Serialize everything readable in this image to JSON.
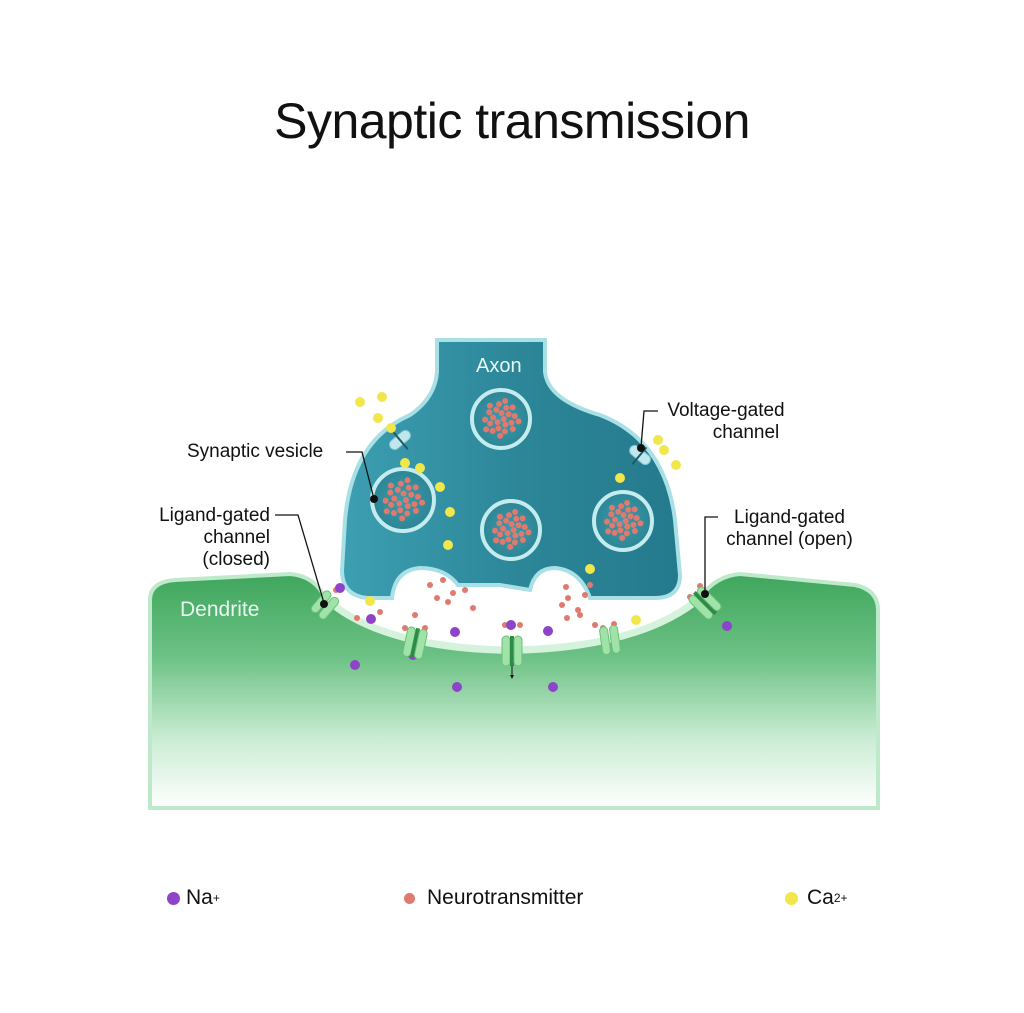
{
  "title": "Synaptic transmission",
  "structures": {
    "axon": "Axon",
    "dendrite": "Dendrite"
  },
  "callouts": {
    "synaptic_vesicle": "Synaptic vesicle",
    "voltage_gated_line1": "Voltage-gated",
    "voltage_gated_line2": "channel",
    "ligand_closed_line1": "Ligand-gated",
    "ligand_closed_line2": "channel (closed)",
    "ligand_open_line1": "Ligand-gated",
    "ligand_open_line2": "channel (open)"
  },
  "legend": [
    {
      "label": "Na",
      "sup": "+",
      "color": "#8e44c9"
    },
    {
      "label": "Neurotransmitter",
      "sup": "",
      "color": "#e07a6e"
    },
    {
      "label": "Ca",
      "sup": "2+",
      "color": "#f1e64a"
    }
  ],
  "colors": {
    "axon": "#2f8fa2",
    "axon_light": "#6cc3cf",
    "dendrite": "#4fb36a",
    "dendrite_light": "#e9f8ee",
    "channel": "#9fe3a9",
    "na": "#8e44c9",
    "neurotransmitter": "#e07a6e",
    "ca": "#f1e64a"
  }
}
